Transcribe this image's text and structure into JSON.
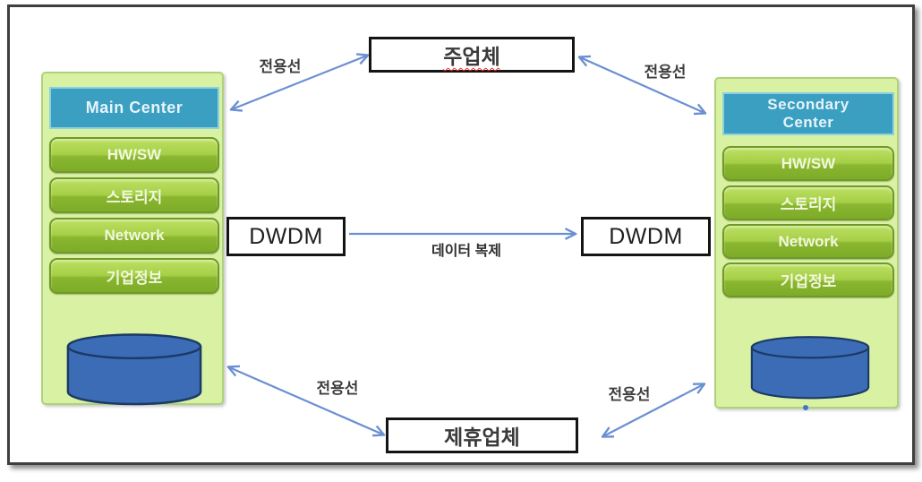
{
  "nodes": {
    "primary_vendor": "주업체",
    "partner_vendor": "제휴업체",
    "dwdm_left": "DWDM",
    "dwdm_right": "DWDM"
  },
  "main_center": {
    "title": "Main Center",
    "items": [
      "HW/SW",
      "스토리지",
      "Network",
      "기업정보"
    ]
  },
  "secondary_center": {
    "title": "Secondary Center",
    "items": [
      "HW/SW",
      "스토리지",
      "Network",
      "기업정보"
    ]
  },
  "links": {
    "replication": "데이터 복제",
    "dedicated_line_top_left": "전용선",
    "dedicated_line_top_right": "전용선",
    "dedicated_line_bottom_left": "전용선",
    "dedicated_line_bottom_right": "전용선"
  },
  "colors": {
    "panel_bg": "#d9f1a2",
    "panel_border": "#aed27b",
    "header_bg": "#3a9fc1",
    "button_gradient_top": "#bce063",
    "button_gradient_bottom": "#7dac28",
    "cylinder_fill": "#3b6cb5",
    "cylinder_stroke": "#1b3a66",
    "arrow_blue": "#6a8fd2",
    "node_border": "#141414",
    "spellcheck_underline": "#ff2a2a"
  }
}
